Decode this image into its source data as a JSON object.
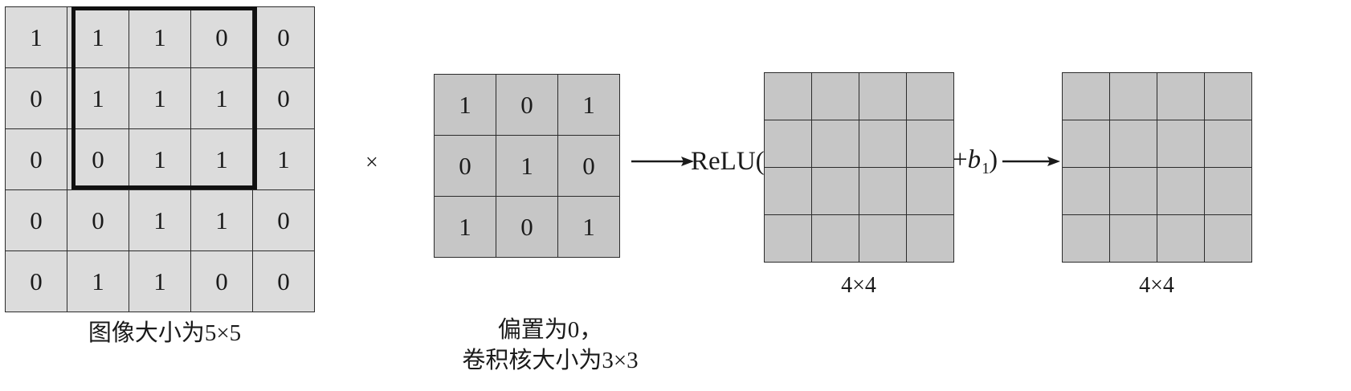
{
  "diagram": {
    "title": "CNN convolution with ReLU activation and bias",
    "colors": {
      "image_cell_fill": "#dcdcdc",
      "kernel_cell_fill": "#c6c6c6",
      "output_cell_fill": "#c6c6c6",
      "cell_border": "#2b2b2b",
      "highlight_box": "#111111",
      "text": "#1a1a1a",
      "background": "#ffffff"
    }
  },
  "image_matrix": {
    "name": "input image",
    "rows": 5,
    "cols": 5,
    "values": [
      [
        "1",
        "1",
        "1",
        "0",
        "0"
      ],
      [
        "0",
        "1",
        "1",
        "1",
        "0"
      ],
      [
        "0",
        "0",
        "1",
        "1",
        "1"
      ],
      [
        "0",
        "0",
        "1",
        "1",
        "0"
      ],
      [
        "0",
        "1",
        "1",
        "0",
        "0"
      ]
    ],
    "caption": "图像大小为5×5",
    "highlight": {
      "name": "receptive-field",
      "col_start": 2,
      "col_end": 4,
      "row_start": 1,
      "row_end": 3
    }
  },
  "multiply_symbol": "×",
  "kernel_matrix": {
    "name": "convolution kernel",
    "rows": 3,
    "cols": 3,
    "values": [
      [
        "1",
        "0",
        "1"
      ],
      [
        "0",
        "1",
        "0"
      ],
      [
        "1",
        "0",
        "1"
      ]
    ],
    "caption": "偏置为0，\n卷积核大小为3×3"
  },
  "relu_text": "ReLU(",
  "bias_text": "+b1)",
  "conv_output_matrix": {
    "name": "convolution output",
    "rows": 4,
    "cols": 4,
    "values": [
      [
        "",
        "",
        "",
        ""
      ],
      [
        "",
        "",
        "",
        ""
      ],
      [
        "",
        "",
        "",
        ""
      ],
      [
        "",
        "",
        "",
        ""
      ]
    ],
    "caption": "4×4"
  },
  "final_output_matrix": {
    "name": "activated output",
    "rows": 4,
    "cols": 4,
    "values": [
      [
        "",
        "",
        "",
        ""
      ],
      [
        "",
        "",
        "",
        ""
      ],
      [
        "",
        "",
        "",
        ""
      ],
      [
        "",
        "",
        "",
        ""
      ]
    ],
    "caption": "4×4"
  },
  "arrows": [
    {
      "name": "arrow-to-relu",
      "direction": "right"
    },
    {
      "name": "arrow-to-final",
      "direction": "right"
    }
  ]
}
